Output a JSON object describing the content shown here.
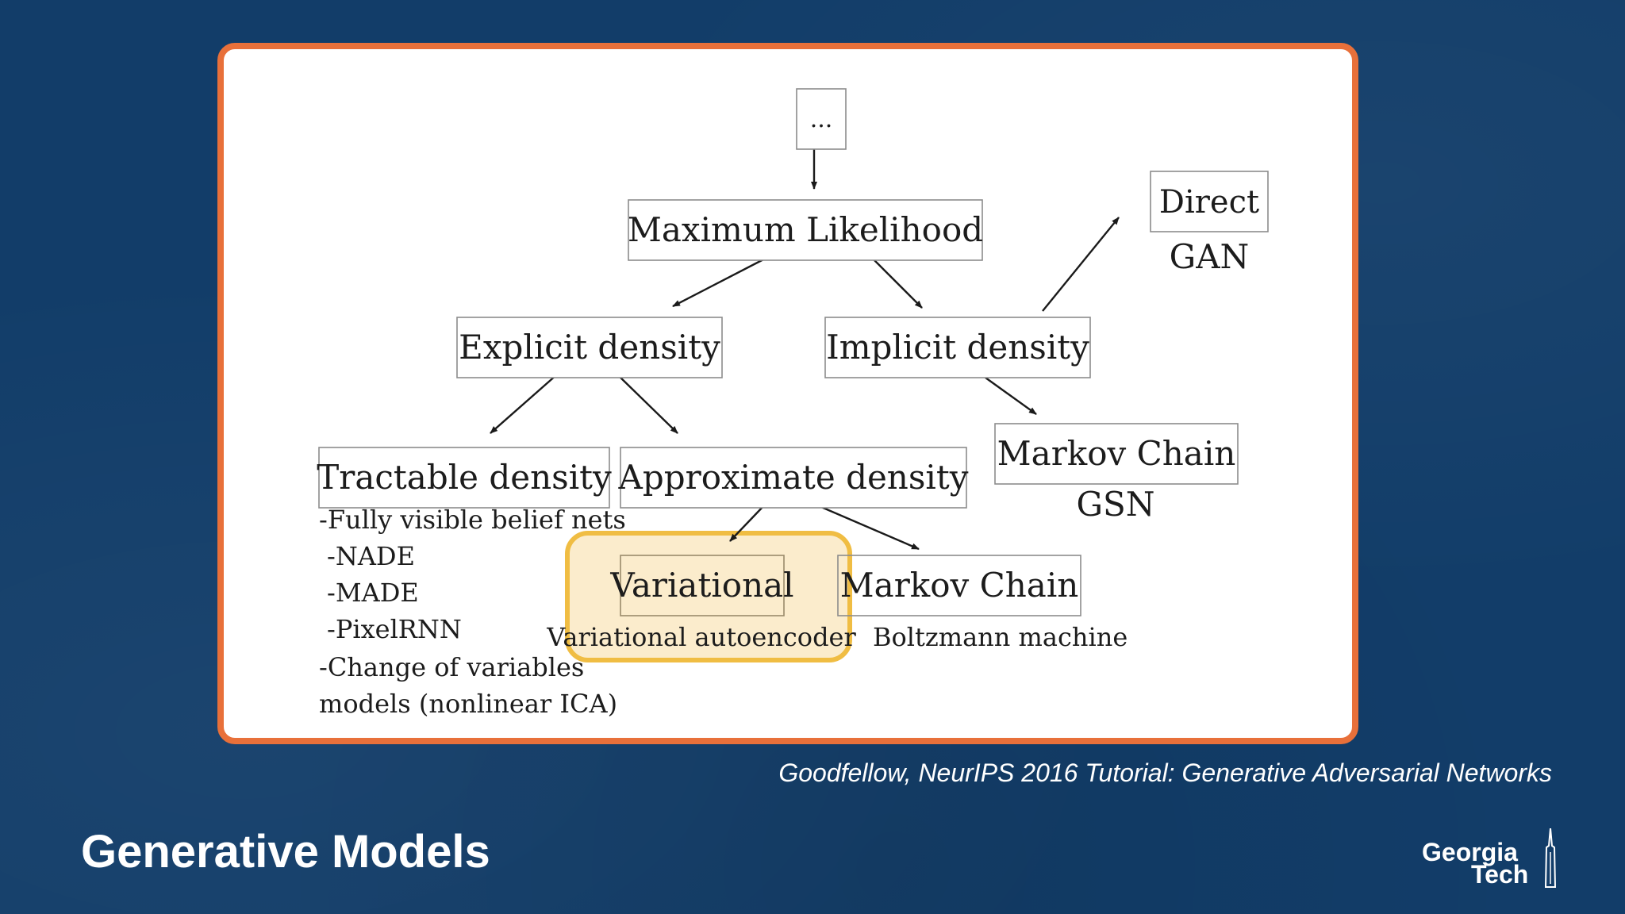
{
  "slide": {
    "title": "Generative Models",
    "citation": "Goodfellow, NeurIPS 2016 Tutorial: Generative Adversarial Networks",
    "logo_line1": "Georgia",
    "logo_line2": "Tech",
    "colors": {
      "background": "#123d69",
      "card_border": "#e8703a",
      "highlight": "#f0bd43"
    }
  },
  "diagram": {
    "root": "...",
    "maximum_likelihood": "Maximum Likelihood",
    "explicit_density": "Explicit density",
    "implicit_density": "Implicit density",
    "direct": "Direct",
    "gan": "GAN",
    "markov_chain_implicit": "Markov Chain",
    "gsn": "GSN",
    "tractable_density": "Tractable density",
    "approximate_density": "Approximate density",
    "tractable_items": [
      "-Fully visible belief nets",
      "-NADE",
      "-MADE",
      "-PixelRNN",
      "-Change of variables",
      "models (nonlinear ICA)"
    ],
    "variational": "Variational",
    "variational_caption": "Variational autoencoder",
    "markov_chain_approx": "Markov Chain",
    "boltzmann_caption": "Boltzmann machine",
    "highlighted_node": "Variational"
  }
}
